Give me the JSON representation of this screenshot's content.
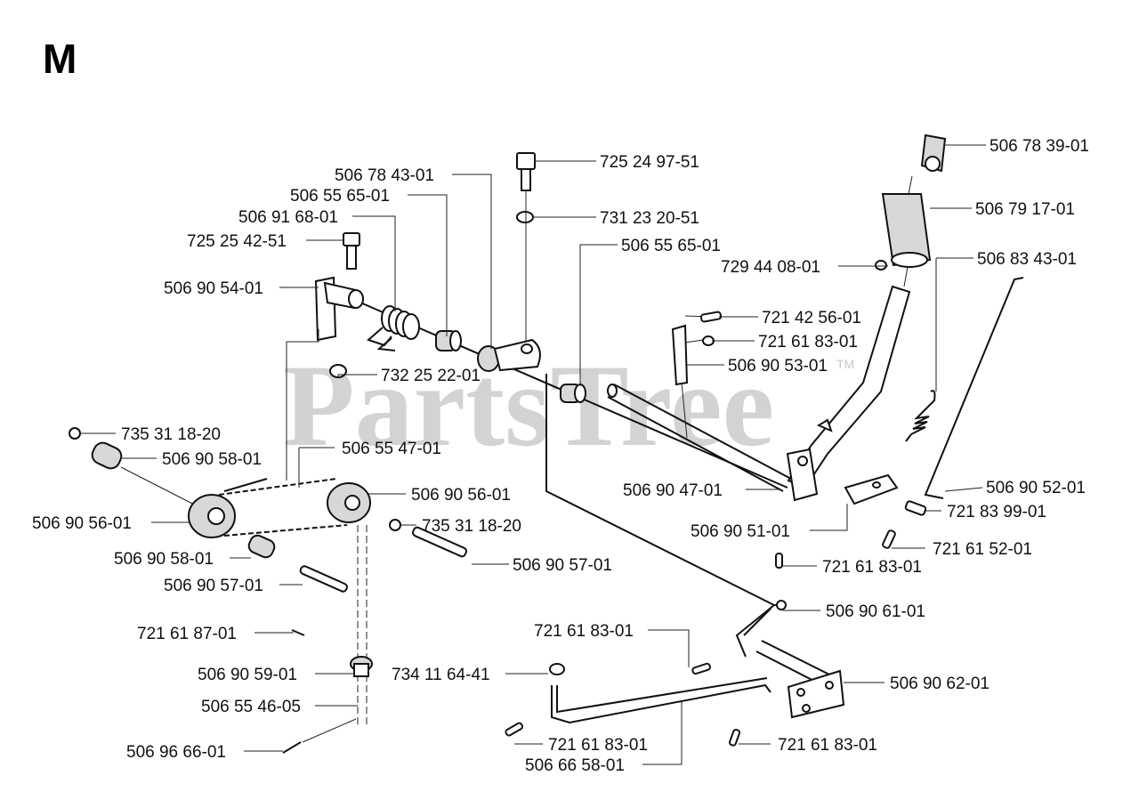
{
  "section_letter": "M",
  "watermark": "PartsTree",
  "watermark_mark": "TM",
  "part_labels": [
    "506 78 39-01",
    "725 24 97-51",
    "506 78 43-01",
    "506 55 65-01",
    "731 23 20-51",
    "506 79 17-01",
    "506 91 68-01",
    "725 25 42-51",
    "506 55 65-01",
    "729 44 08-01",
    "506 83 43-01",
    "506 90 54-01",
    "721 42 56-01",
    "721 61 83-01",
    "506 90 53-01",
    "732 25 22-01",
    "735 31 18-20",
    "506 90 58-01",
    "506 55 47-01",
    "506 90 56-01",
    "506 90 47-01",
    "506 90 52-01",
    "506 90 56-01",
    "735 31 18-20",
    "721 83 99-01",
    "506 90 51-01",
    "506 90 58-01",
    "721 61 52-01",
    "506 90 57-01",
    "506 90 57-01",
    "721 61 83-01",
    "506 90 61-01",
    "721 61 87-01",
    "721 61 83-01",
    "506 90 59-01",
    "734 11 64-41",
    "506 90 62-01",
    "506 55 46-05",
    "721 61 83-01",
    "721 61 83-01",
    "506 96 66-01",
    "506 66 58-01"
  ]
}
